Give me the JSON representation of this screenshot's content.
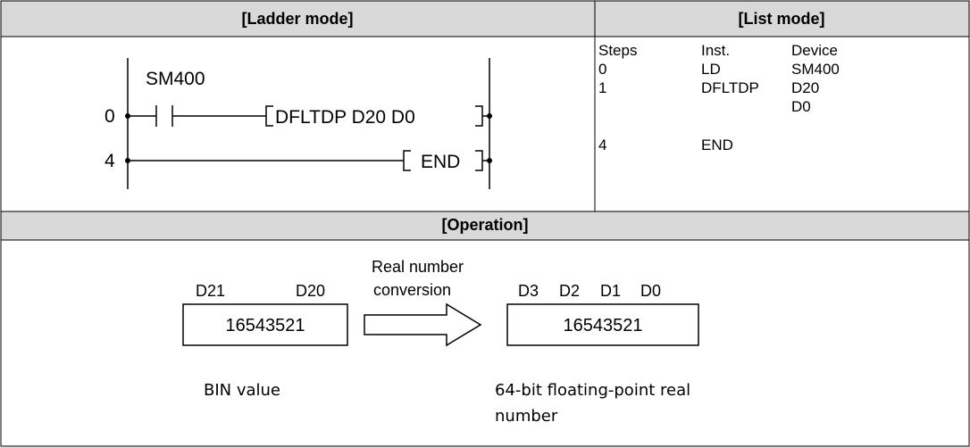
{
  "headers": {
    "ladder": "[Ladder mode]",
    "list": "[List mode]",
    "operation": "[Operation]"
  },
  "ladder": {
    "contact": "SM400",
    "step_0": "0",
    "step_4": "4",
    "instruction": "DFLTDP D20 D0",
    "end": "END"
  },
  "list": {
    "columns": [
      "Steps",
      "Inst.",
      "Device"
    ],
    "rows": [
      {
        "step": "0",
        "inst": "LD",
        "device": "SM400"
      },
      {
        "step": "1",
        "inst": "DFLTDP",
        "device": "D20"
      },
      {
        "step": "",
        "inst": "",
        "device": "D0"
      },
      {
        "step": "4",
        "inst": "END",
        "device": ""
      }
    ]
  },
  "operation": {
    "source_labels": [
      "D21",
      "D20"
    ],
    "source_value": "16543521",
    "arrow_caption_line1": "Real number",
    "arrow_caption_line2": "conversion",
    "dest_labels": [
      "D3",
      "D2",
      "D1",
      "D0"
    ],
    "dest_value": "16543521",
    "source_note": "BIN value",
    "dest_note_line1": "64-bit floating-point real",
    "dest_note_line2": "number"
  }
}
